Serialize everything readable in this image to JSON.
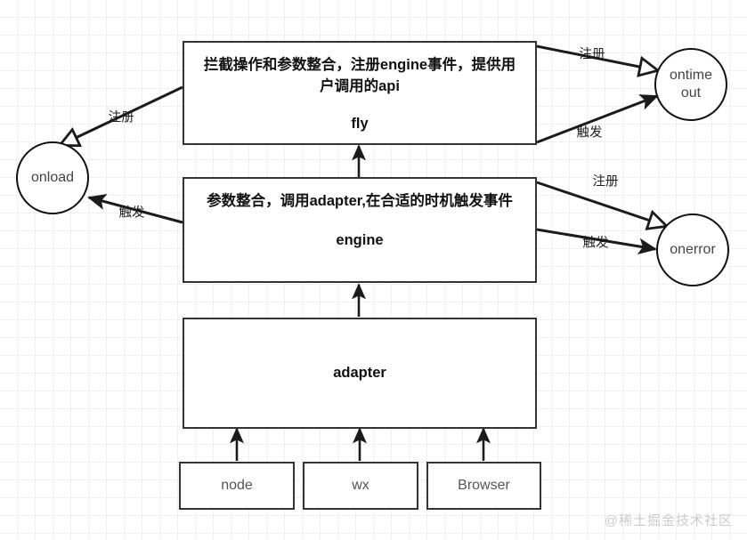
{
  "diagram": {
    "title": "fly engine adapter architecture diagram",
    "watermark": "@稀土掘金技术社区",
    "colors": {
      "node_border": "#333333",
      "circle_border": "#111111",
      "edge_stroke": "#1b1b1b",
      "grid": "#f0f0f0",
      "watermark": "#cccccc",
      "background": "#ffffff"
    },
    "nodes": {
      "fly": {
        "description": "拦截操作和参数整合，注册engine事件，提供用户调用的api",
        "name": "fly"
      },
      "engine": {
        "description": "参数整合，调用adapter,在合适的时机触发事件",
        "name": "engine"
      },
      "adapter": {
        "name": "adapter"
      },
      "onload": {
        "name": "onload"
      },
      "ontimeout": {
        "name_line1": "ontime",
        "name_line2": "out"
      },
      "onerror": {
        "name": "onerror"
      },
      "node": {
        "name": "node"
      },
      "wx": {
        "name": "wx"
      },
      "browser": {
        "name": "Browser"
      }
    },
    "edges": [
      {
        "id": "fly-to-onload",
        "label": "注册",
        "from": "fly",
        "to": "onload",
        "arrow": "hollow"
      },
      {
        "id": "engine-to-onload",
        "label": "触发",
        "from": "engine",
        "to": "onload",
        "arrow": "solid"
      },
      {
        "id": "fly-to-ontimeout",
        "label": "注册",
        "from": "fly",
        "to": "ontimeout",
        "arrow": "hollow"
      },
      {
        "id": "fly-to-ontimeout-trigger",
        "label": "触发",
        "from": "fly",
        "to": "ontimeout",
        "arrow": "solid"
      },
      {
        "id": "engine-to-onerror-register",
        "label": "注册",
        "from": "engine",
        "to": "onerror",
        "arrow": "hollow"
      },
      {
        "id": "engine-to-onerror-trigger",
        "label": "触发",
        "from": "engine",
        "to": "onerror",
        "arrow": "solid"
      },
      {
        "id": "engine-to-fly",
        "label": "",
        "from": "engine",
        "to": "fly",
        "arrow": "solid"
      },
      {
        "id": "adapter-to-engine",
        "label": "",
        "from": "adapter",
        "to": "engine",
        "arrow": "solid"
      },
      {
        "id": "node-to-adapter",
        "label": "",
        "from": "node",
        "to": "adapter",
        "arrow": "solid"
      },
      {
        "id": "wx-to-adapter",
        "label": "",
        "from": "wx",
        "to": "adapter",
        "arrow": "solid"
      },
      {
        "id": "browser-to-adapter",
        "label": "",
        "from": "browser",
        "to": "adapter",
        "arrow": "solid"
      }
    ]
  }
}
